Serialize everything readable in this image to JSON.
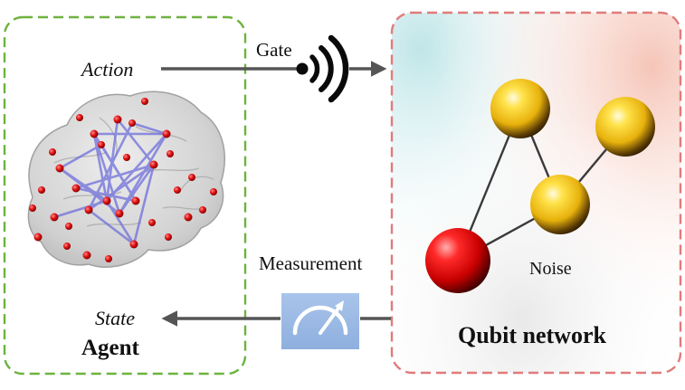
{
  "agent": {
    "title": "Agent",
    "action_label": "Action",
    "state_label": "State",
    "border_color": "#6db33f",
    "icon": "brain-network-icon"
  },
  "channels": {
    "gate_label": "Gate",
    "measurement_label": "Measurement",
    "gate_icon": "signal-waves-icon",
    "measurement_icon": "meter-gauge-icon",
    "arrow_color": "#555555"
  },
  "qubit_network": {
    "title": "Qubit network",
    "noise_label": "Noise",
    "border_color": "#e07b7b",
    "node_color": "#f5c518",
    "measured_node_color": "#e01010"
  }
}
